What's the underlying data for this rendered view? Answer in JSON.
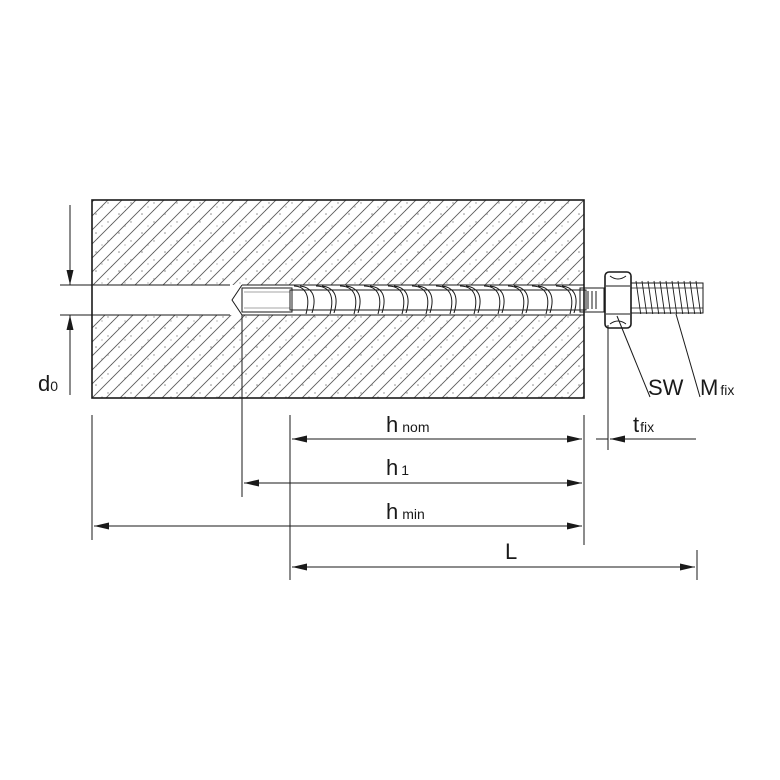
{
  "labels": {
    "d0": {
      "main": "d",
      "sub": "0"
    },
    "h_nom": {
      "main": "h",
      "sub": "nom"
    },
    "h_1": {
      "main": "h",
      "sub": "1"
    },
    "h_min": {
      "main": "h",
      "sub": "min"
    },
    "L": {
      "main": "L"
    },
    "t_fix": {
      "main": "t",
      "sub": "fix"
    },
    "SW": {
      "main": "SW"
    },
    "M_fix": {
      "main": "M",
      "sub": "fix"
    }
  },
  "colors": {
    "line": "#1a1a1a",
    "hatch": "#5a5a5a",
    "dot": "#8a8a8a",
    "background": "#ffffff"
  }
}
